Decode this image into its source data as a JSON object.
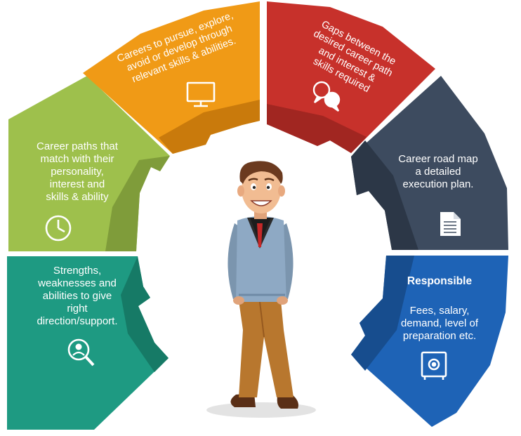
{
  "segments": [
    {
      "id": "strengths",
      "color": "#1e9a82",
      "text": "Strengths,\nweaknesses and\nabilities to give\nright\ndirection/support.",
      "icon": "person-search-icon"
    },
    {
      "id": "career-paths",
      "color": "#9ec04c",
      "text": "Career paths that\nmatch with their\npersonality,\ninterest and\nskills & ability",
      "icon": "clock-icon"
    },
    {
      "id": "careers",
      "color": "#f09a16",
      "text": "Careers to pursue, explore,\navoid or develop through\nrelevant skills & abilities.",
      "icon": "monitor-icon"
    },
    {
      "id": "gaps",
      "color": "#c7312b",
      "text": "Gaps between the\ndesired career path\nand interest &\nskills required",
      "icon": "chat-bubbles-icon"
    },
    {
      "id": "road-map",
      "color": "#3d4b5f",
      "text": "Career road map\na detailed\nexecution plan.",
      "icon": "document-icon"
    },
    {
      "id": "responsible",
      "color": "#1e63b6",
      "title": "Responsible",
      "text": "Fees, salary,\ndemand, level of\npreparation etc.",
      "icon": "safe-icon"
    }
  ],
  "figure": {
    "name": "person-figure"
  }
}
